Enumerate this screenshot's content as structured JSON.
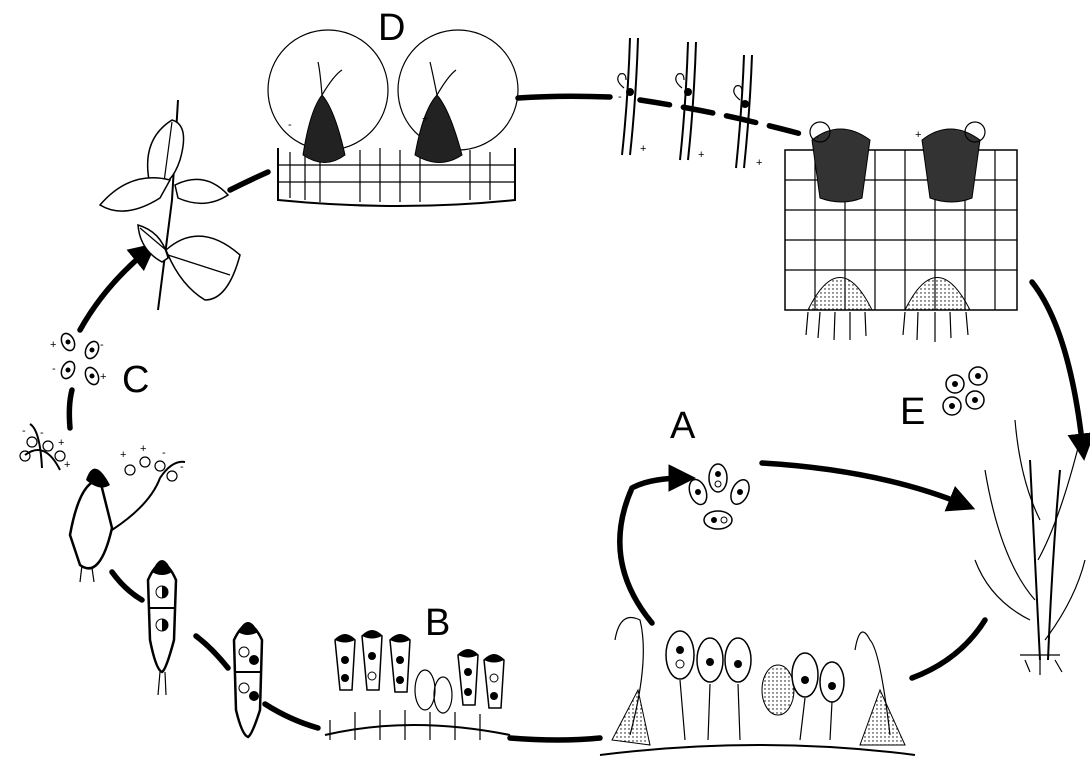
{
  "stage_labels": {
    "a": "A",
    "b": "B",
    "c": "C",
    "d": "D",
    "e": "E"
  },
  "mating_signs": {
    "plus": "+",
    "minus": "-"
  },
  "colors": {
    "ink": "#000000",
    "paper": "#ffffff"
  }
}
